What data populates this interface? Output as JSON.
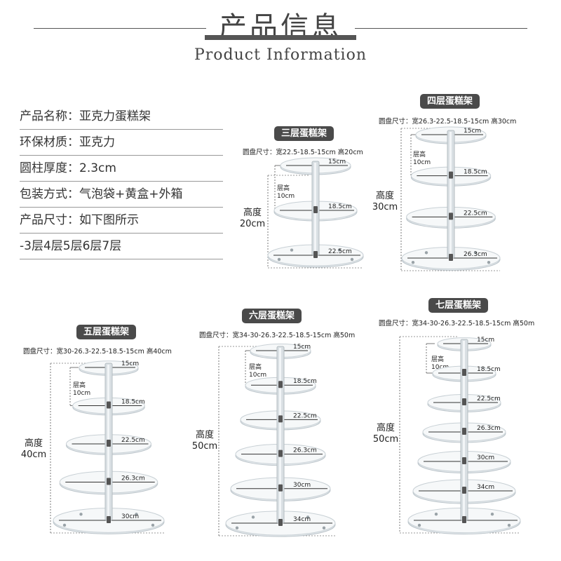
{
  "header": {
    "title": "产品信息",
    "subtitle": "Product Information"
  },
  "specs": [
    "产品名称：亚克力蛋糕架",
    "环保材质：亚克力",
    "圆柱厚度：2.3cm",
    "包装方式：气泡袋+黄盒+外箱",
    "产品尺寸：如下图所示",
    "-3层4层5层6层7层"
  ],
  "colors": {
    "tag_bg": "#4a4a4a",
    "text": "#333333",
    "acrylic": "#e8edf0"
  },
  "stands": [
    {
      "tag": "三层蛋糕架",
      "dims": "圆盘尺寸：宽22.5-18.5-15cm 高20cm",
      "height_label_1": "高度",
      "height_label_2": "20cm",
      "layer_label_1": "层高",
      "layer_label_2": "10cm",
      "tiers": [
        "15cm",
        "18.5cm",
        "22.5cm"
      ]
    },
    {
      "tag": "四层蛋糕架",
      "dims": "圆盘尺寸：宽26.3-22.5-18.5-15cm 高30cm",
      "height_label_1": "高度",
      "height_label_2": "30cm",
      "layer_label_1": "层高",
      "layer_label_2": "10cm",
      "tiers": [
        "15cm",
        "18.5cm",
        "22.5cm",
        "26.3cm"
      ]
    },
    {
      "tag": "五层蛋糕架",
      "dims": "圆盘尺寸：宽30-26.3-22.5-18.5-15cm 高40cm",
      "height_label_1": "高度",
      "height_label_2": "40cm",
      "layer_label_1": "层高",
      "layer_label_2": "10cm",
      "tiers": [
        "15cm",
        "18.5cm",
        "22.5cm",
        "26.3cm",
        "30cm"
      ]
    },
    {
      "tag": "六层蛋糕架",
      "dims": "圆盘尺寸：宽34-30-26.3-22.5-18.5-15cm 高50m",
      "height_label_1": "高度",
      "height_label_2": "50cm",
      "layer_label_1": "层高",
      "layer_label_2": "10cm",
      "tiers": [
        "15cm",
        "18.5cm",
        "22.5cm",
        "26.3cm",
        "30cm",
        "34cm"
      ]
    },
    {
      "tag": "七层蛋糕架",
      "dims": "圆盘尺寸：宽34-30-26.3-22.5-18.5-15cm 高50m",
      "height_label_1": "高度",
      "height_label_2": "50cm",
      "layer_label_1": "层高",
      "layer_label_2": "10cm",
      "tiers": [
        "15cm",
        "18.5cm",
        "22.5cm",
        "26.3cm",
        "30cm",
        "34cm"
      ]
    }
  ]
}
